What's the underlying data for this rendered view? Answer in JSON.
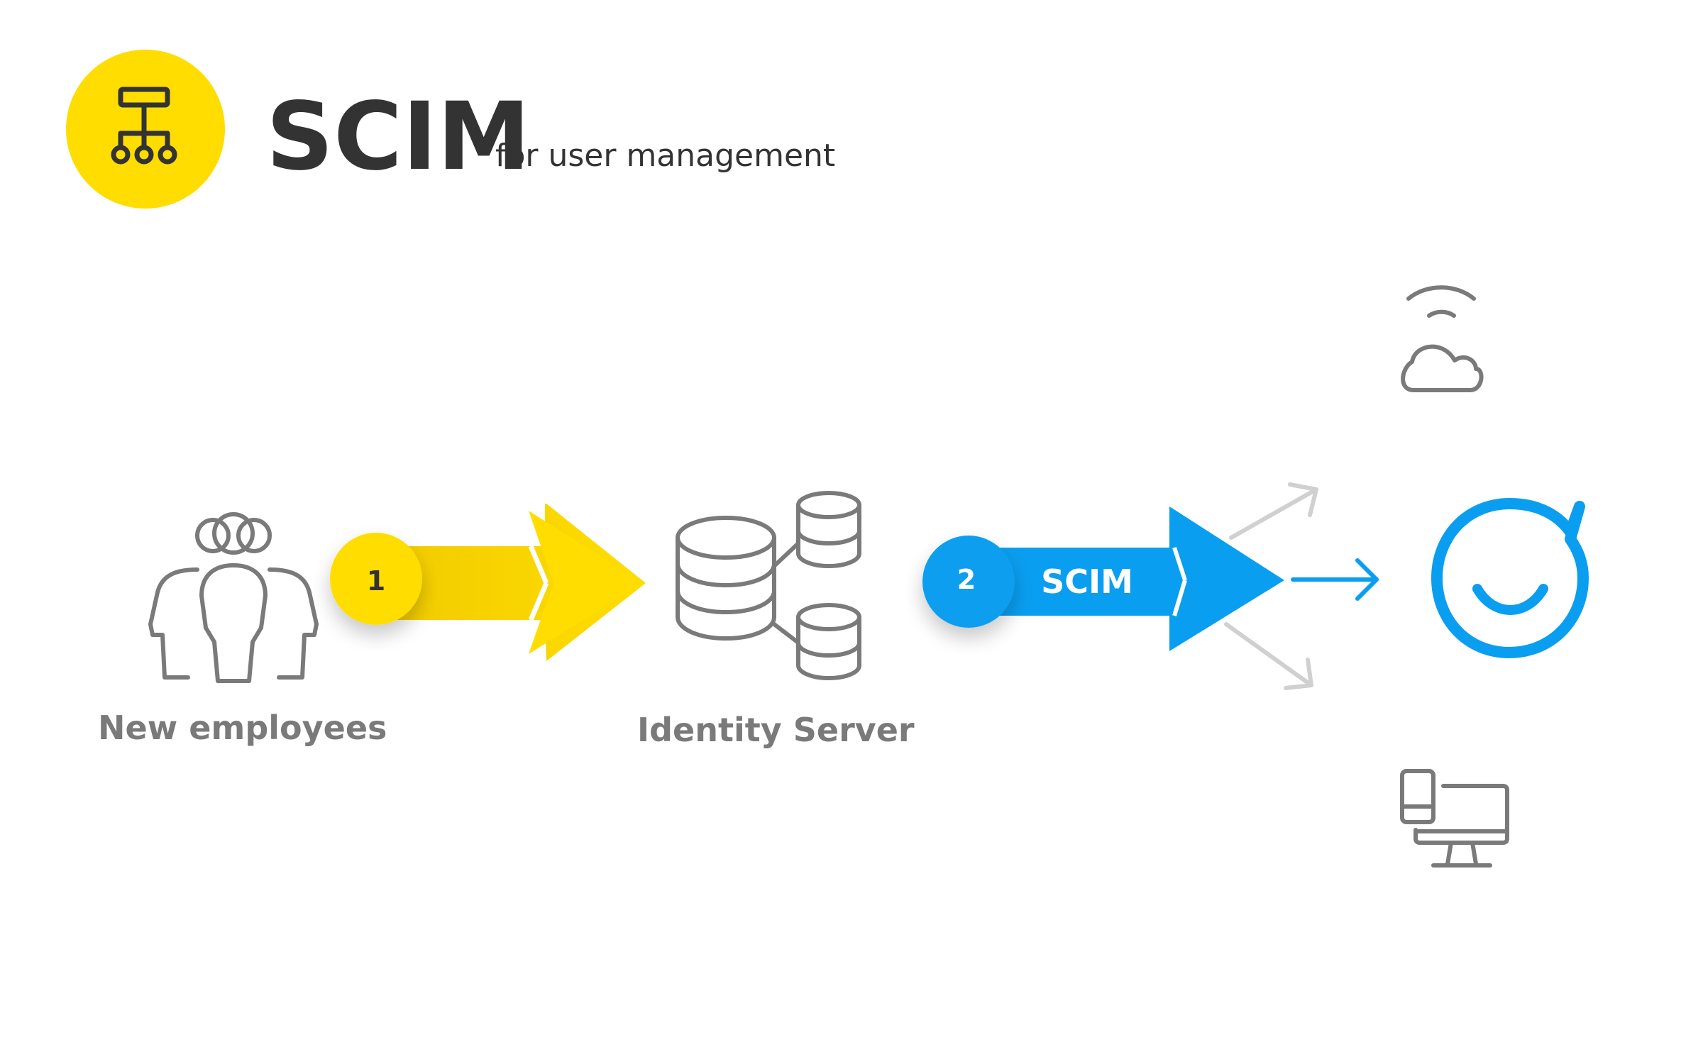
{
  "header": {
    "title": "SCIM",
    "subtitle": "for user management",
    "logo_icon": "hierarchy-icon"
  },
  "nodes": {
    "employees": {
      "label": "New employees",
      "icon": "people-group-icon"
    },
    "server": {
      "label": "Identity Server",
      "icon": "database-cluster-icon"
    },
    "app": {
      "icon": "chat-smile-logo-icon"
    },
    "cloud": {
      "icon": "cloud-wifi-icon"
    },
    "devices": {
      "icon": "phone-desktop-icon"
    }
  },
  "steps": [
    {
      "number": "1",
      "label": "",
      "color": "#FFDD00"
    },
    {
      "number": "2",
      "label": "SCIM",
      "color": "#0A9EF0"
    }
  ],
  "colors": {
    "yellow": "#FFDD00",
    "blue": "#0A9EF0",
    "gray": "#7a7a7a",
    "light_gray": "#d0d0d0",
    "text_dark": "#333333"
  }
}
